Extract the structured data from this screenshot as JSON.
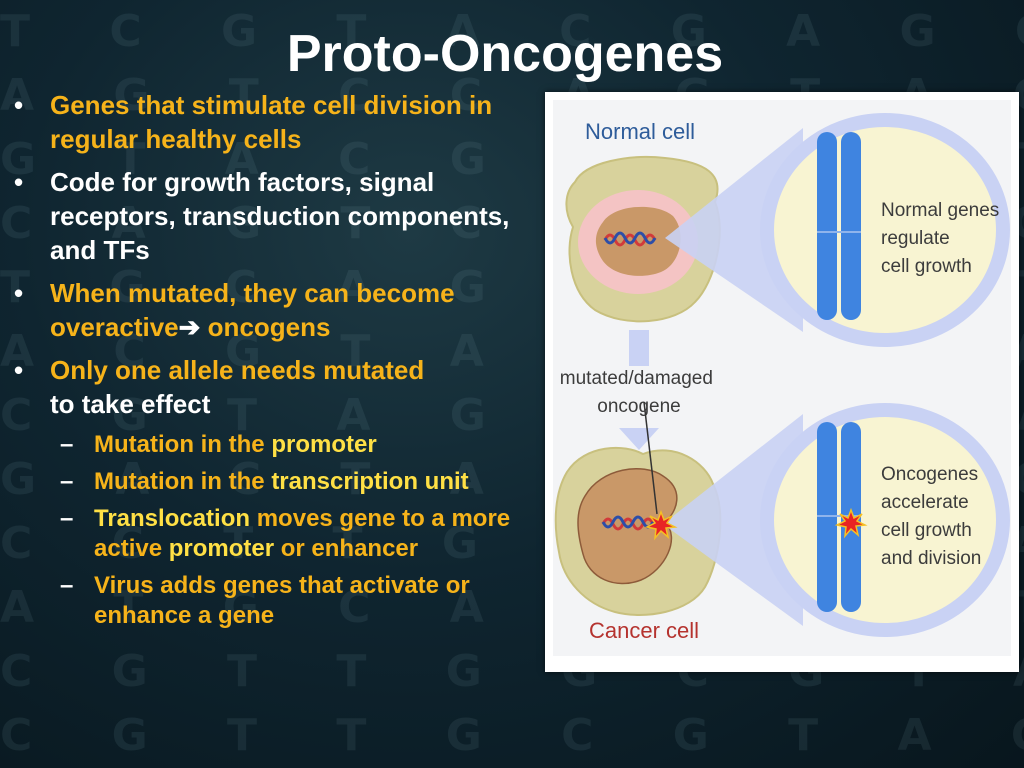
{
  "slide": {
    "title": "Proto-Oncogenes",
    "bullets": [
      {
        "color": "yellow",
        "text": "Genes that stimulate cell division in regular healthy cells"
      },
      {
        "color": "white",
        "text": "Code for growth factors, signal receptors, transduction components, and TFs"
      },
      {
        "color": "yellow",
        "text_before": "When mutated, they can become overactive",
        "arrow": "➔",
        "text_after": " oncogens"
      },
      {
        "color": "mixed",
        "text_yellow": "Only one allele needs mutated",
        "text_white": "to take effect"
      }
    ],
    "sub_bullets": [
      {
        "part1": "Mutation in the ",
        "part2": "promoter"
      },
      {
        "part1": "Mutation in the ",
        "part2": "transcription unit"
      },
      {
        "part1": "Translocation",
        "part2": " moves gene to a more active ",
        "part3": "promoter",
        "part4": " or enhancer"
      },
      {
        "part1": "Virus adds genes that activate or enhance a gene"
      }
    ]
  },
  "figure": {
    "normal_cell_label": "Normal cell",
    "normal_genes_text": [
      "Normal genes",
      "regulate",
      "cell growth"
    ],
    "mutated_label": [
      "mutated/damaged",
      "oncogene"
    ],
    "oncogenes_text": [
      "Oncogenes",
      "accelerate",
      "cell growth",
      "and division"
    ],
    "cancer_cell_label": "Cancer cell"
  },
  "colors": {
    "accent_yellow": "#f6b31a",
    "light_yellow": "#ffe045",
    "chromosome_blue": "#3f84e0",
    "label_blue": "#2e5c9a",
    "label_red": "#b5332f"
  },
  "background_letters": [
    "T C G T A C G A G G",
    "A G T C C A G T A C",
    "G T A C G T A G C T",
    "C A G T C G T A C G",
    "T G C A G T C A G T",
    "A C G T A C G T C A",
    "C G T A G C G T G A",
    "G A C T A C A G T C",
    "C C T T G G C G T A",
    "A T G C A T G C A T",
    "C G T T G G C G T A",
    "C G T T G C G T A C"
  ]
}
